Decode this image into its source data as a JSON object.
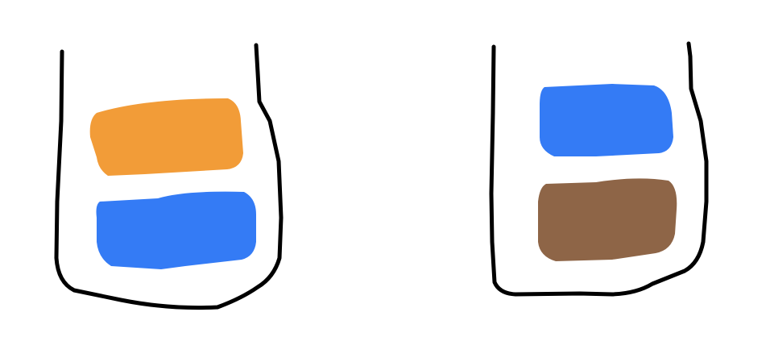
{
  "containers": [
    {
      "id": "left",
      "layers": [
        {
          "position": "top",
          "color": "#F29C38"
        },
        {
          "position": "bottom",
          "color": "#347BF5"
        }
      ]
    },
    {
      "id": "right",
      "layers": [
        {
          "position": "top",
          "color": "#347BF5"
        },
        {
          "position": "bottom",
          "color": "#8E6547"
        }
      ]
    }
  ],
  "outline_color": "#000000",
  "background": "#FFFFFF"
}
